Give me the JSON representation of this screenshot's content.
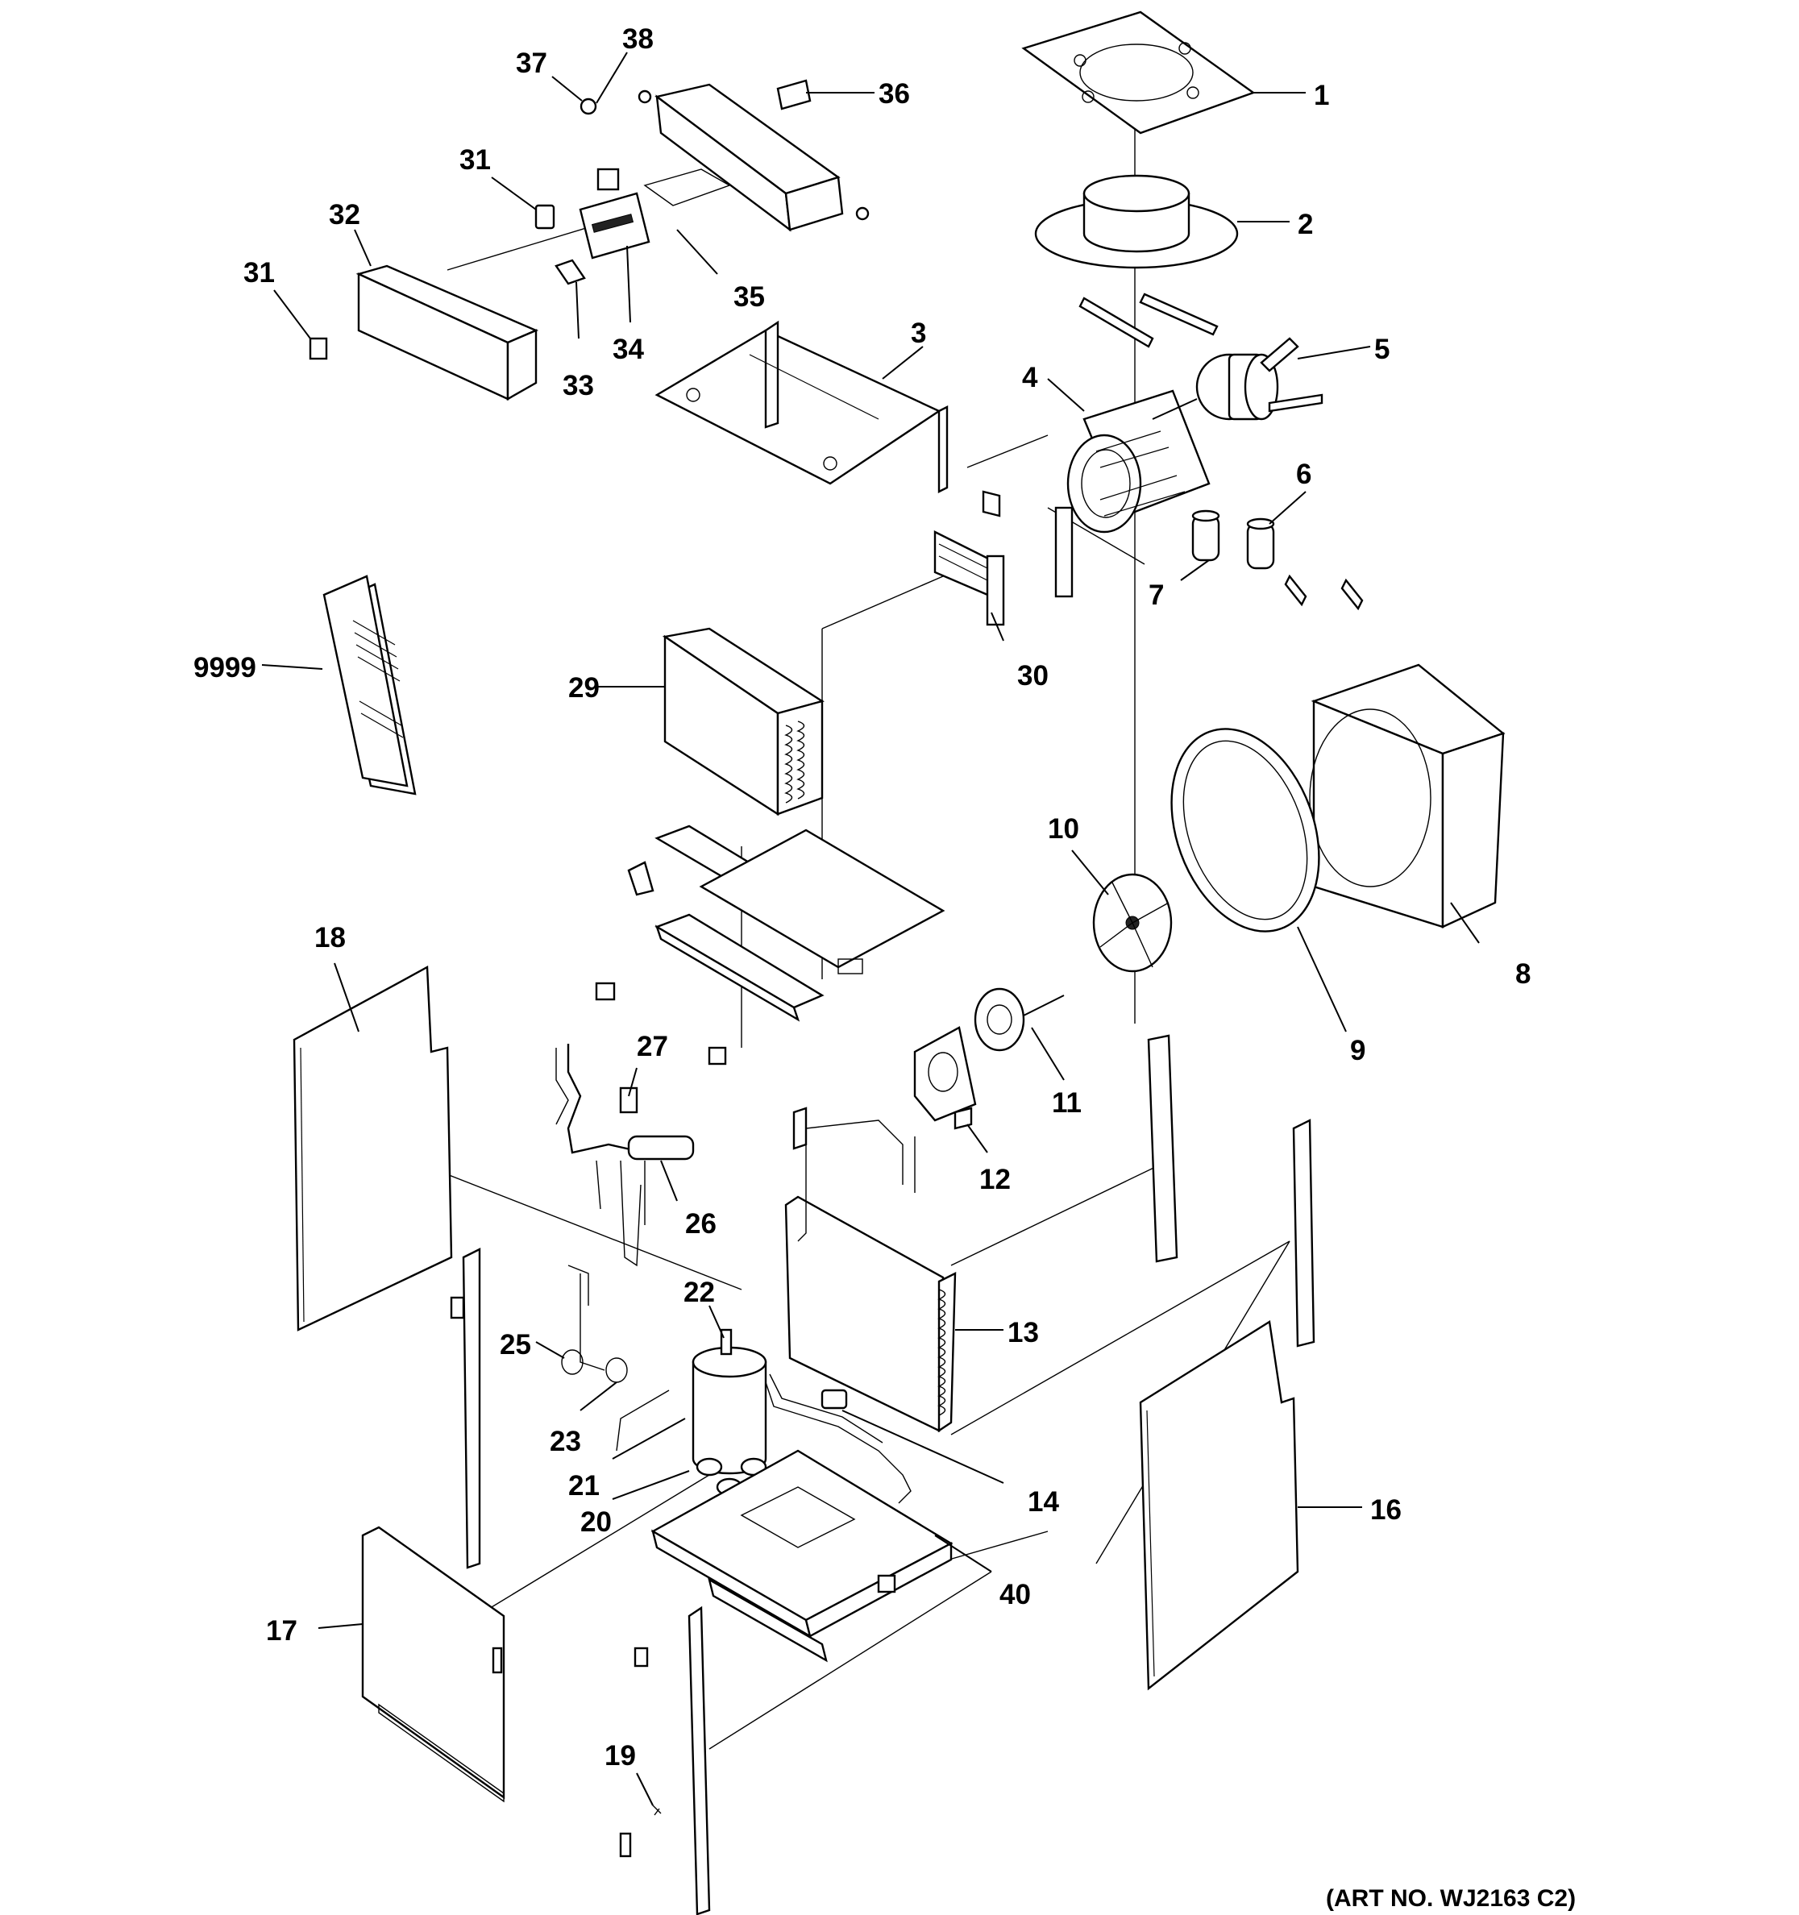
{
  "diagram": {
    "art_number": "(ART NO. WJ2163 C2)",
    "callouts": {
      "c1": "1",
      "c2": "2",
      "c3": "3",
      "c4": "4",
      "c5": "5",
      "c6": "6",
      "c7": "7",
      "c8": "8",
      "c9": "9",
      "c10": "10",
      "c11": "11",
      "c12": "12",
      "c13": "13",
      "c14": "14",
      "c16": "16",
      "c17": "17",
      "c18": "18",
      "c19": "19",
      "c20": "20",
      "c21": "21",
      "c22": "22",
      "c23": "23",
      "c25": "25",
      "c26": "26",
      "c27": "27",
      "c29": "29",
      "c30": "30",
      "c31a": "31",
      "c31b": "31",
      "c32": "32",
      "c33": "33",
      "c34": "34",
      "c35": "35",
      "c36": "36",
      "c37": "37",
      "c38": "38",
      "c40": "40",
      "c9999": "9999"
    }
  }
}
